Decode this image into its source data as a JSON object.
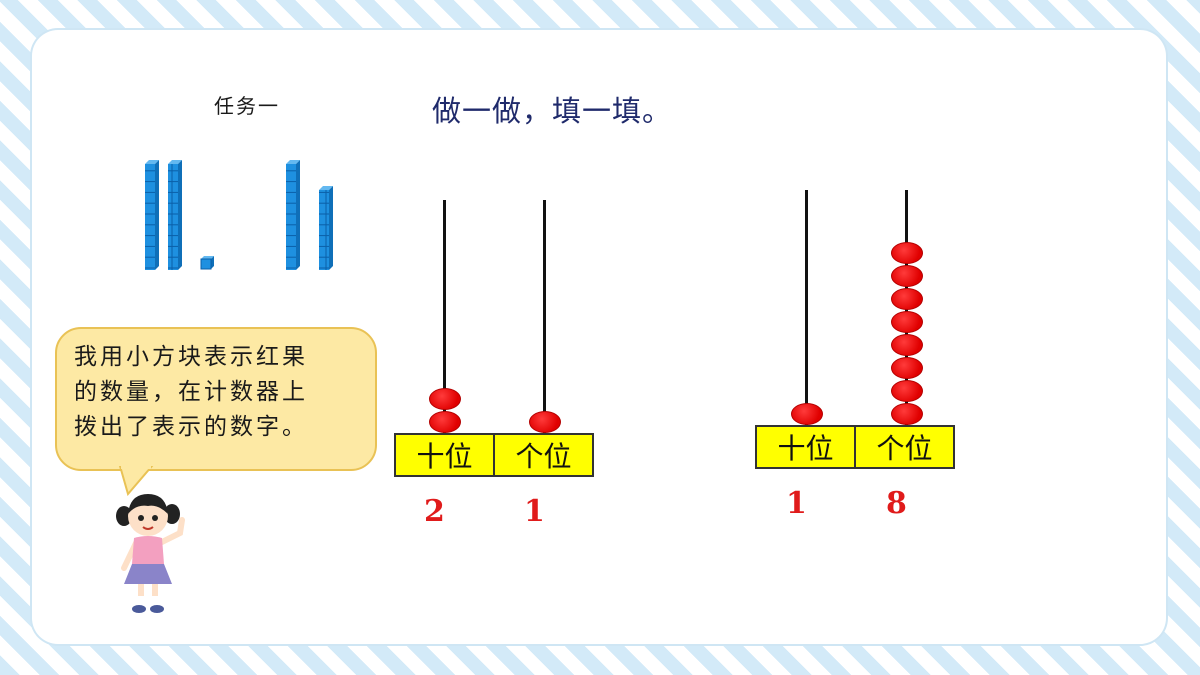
{
  "task_label": "任务一",
  "instruction": "做一做，填一填。",
  "speech_bubble": {
    "lines": [
      "我用小方块表示红果",
      "的数量，在计数器上",
      "拨出了表示的数字。"
    ]
  },
  "abacus_1": {
    "tens_label": "十位",
    "ones_label": "个位",
    "tens_beads": 2,
    "ones_beads": 1,
    "tens_digit": "2",
    "ones_digit": "1"
  },
  "abacus_2": {
    "tens_label": "十位",
    "ones_label": "个位",
    "tens_beads": 1,
    "ones_beads": 8,
    "tens_digit": "1",
    "ones_digit": "8"
  },
  "colors": {
    "bead": "#e00000",
    "base": "#ffff00",
    "digit": "#e01b1b",
    "cube": "#1e90e0",
    "bubble": "#fde9a4"
  },
  "icons": [
    "base-ten-blocks",
    "girl-illustration"
  ]
}
